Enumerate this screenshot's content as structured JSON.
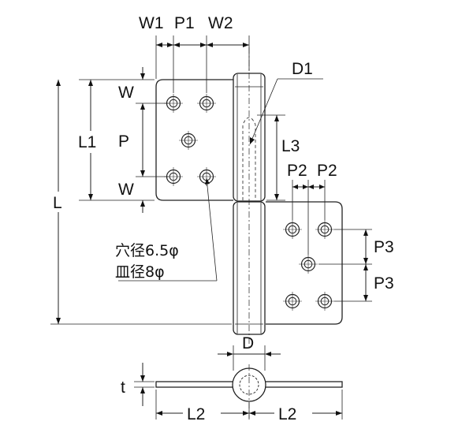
{
  "figure": {
    "labels": {
      "W1": "W1",
      "P1": "P1",
      "W2": "W2",
      "D1": "D1",
      "W_top": "W",
      "W_bottom": "W",
      "L1": "L1",
      "P": "P",
      "L": "L",
      "L3": "L3",
      "P2_left": "P2",
      "P2_right": "P2",
      "P3_top": "P3",
      "P3_bottom": "P3",
      "hole_diameter": "穴径6.5φ",
      "countersink_diameter": "皿径8φ",
      "D": "D",
      "t": "t",
      "L2_left": "L2",
      "L2_right": "L2"
    }
  }
}
